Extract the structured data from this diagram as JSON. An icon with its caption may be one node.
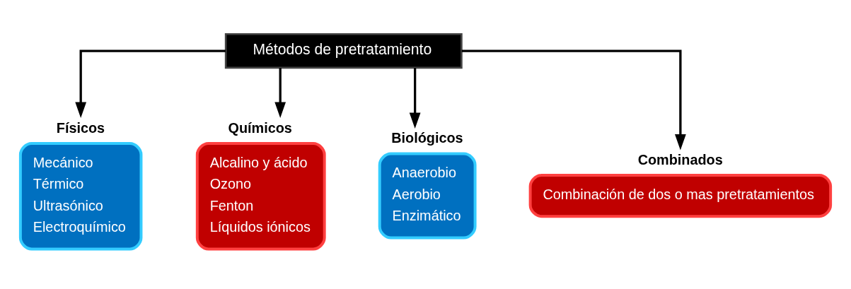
{
  "diagram": {
    "nodes": [
      {
        "text": [
          "Métodos de pretratamiento"
        ]
      },
      {
        "text": [
          "Físicos",
          "Mecánico",
          "Térmico",
          "Ultrasónico",
          "Electroquímico"
        ]
      },
      {
        "text": [
          "Químicos",
          "Alcalino y ácido",
          "Ozono",
          "Fenton",
          "Líquidos iónicos"
        ]
      },
      {
        "text": [
          "Biológicos",
          "Anaerobio",
          "Aerobio",
          "Enzimático"
        ]
      },
      {
        "text": [
          "Combinados",
          "Combinación de dos o mas pretratamientos"
        ]
      }
    ],
    "edges": [
      {
        "from": 0,
        "to": 1,
        "arrow": "to"
      },
      {
        "from": 0,
        "to": 2,
        "arrow": "to"
      },
      {
        "from": 0,
        "to": 3,
        "arrow": "to"
      },
      {
        "from": 0,
        "to": 4,
        "arrow": "to"
      }
    ]
  }
}
